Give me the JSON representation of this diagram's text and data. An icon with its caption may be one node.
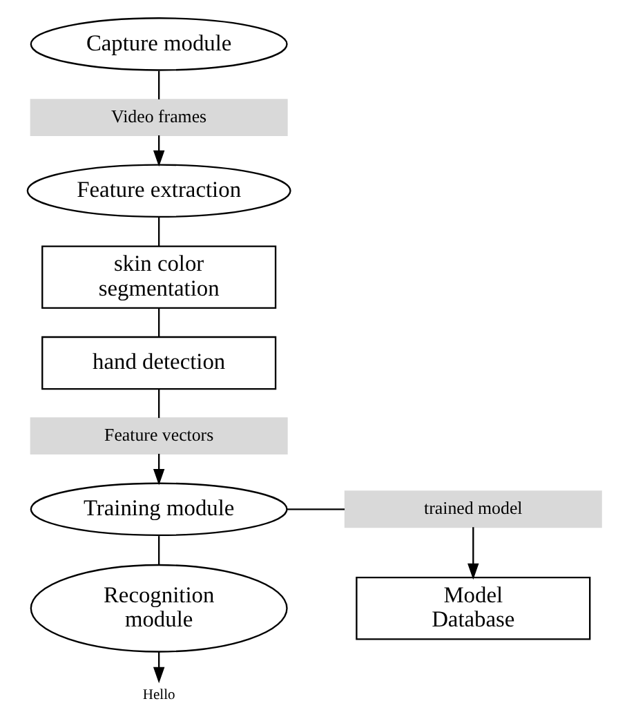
{
  "diagram": {
    "nodes": [
      {
        "text": [
          "Capture module"
        ]
      },
      {
        "text": [
          "Video frames"
        ]
      },
      {
        "text": [
          "Feature extraction"
        ]
      },
      {
        "text": [
          "skin color segmentation"
        ]
      },
      {
        "text": [
          "hand detection"
        ]
      },
      {
        "text": [
          "Feature vectors"
        ]
      },
      {
        "text": [
          "Training module"
        ]
      },
      {
        "text": [
          "trained model"
        ]
      },
      {
        "text": [
          "Model Database"
        ]
      },
      {
        "text": [
          "Recognition module"
        ]
      },
      {
        "text": [
          "Hello"
        ]
      }
    ],
    "edges": [
      {
        "from": 0,
        "to": 1,
        "arrow": "none"
      },
      {
        "from": 1,
        "to": 2,
        "arrow": "to"
      },
      {
        "from": 2,
        "to": 3,
        "arrow": "none"
      },
      {
        "from": 3,
        "to": 4,
        "arrow": "none"
      },
      {
        "from": 4,
        "to": 5,
        "arrow": "none"
      },
      {
        "from": 5,
        "to": 6,
        "arrow": "to"
      },
      {
        "from": 6,
        "to": 7,
        "arrow": "none"
      },
      {
        "from": 7,
        "to": 8,
        "arrow": "to"
      },
      {
        "from": 6,
        "to": 9,
        "arrow": "none"
      },
      {
        "from": 9,
        "to": 10,
        "arrow": "to"
      }
    ]
  }
}
